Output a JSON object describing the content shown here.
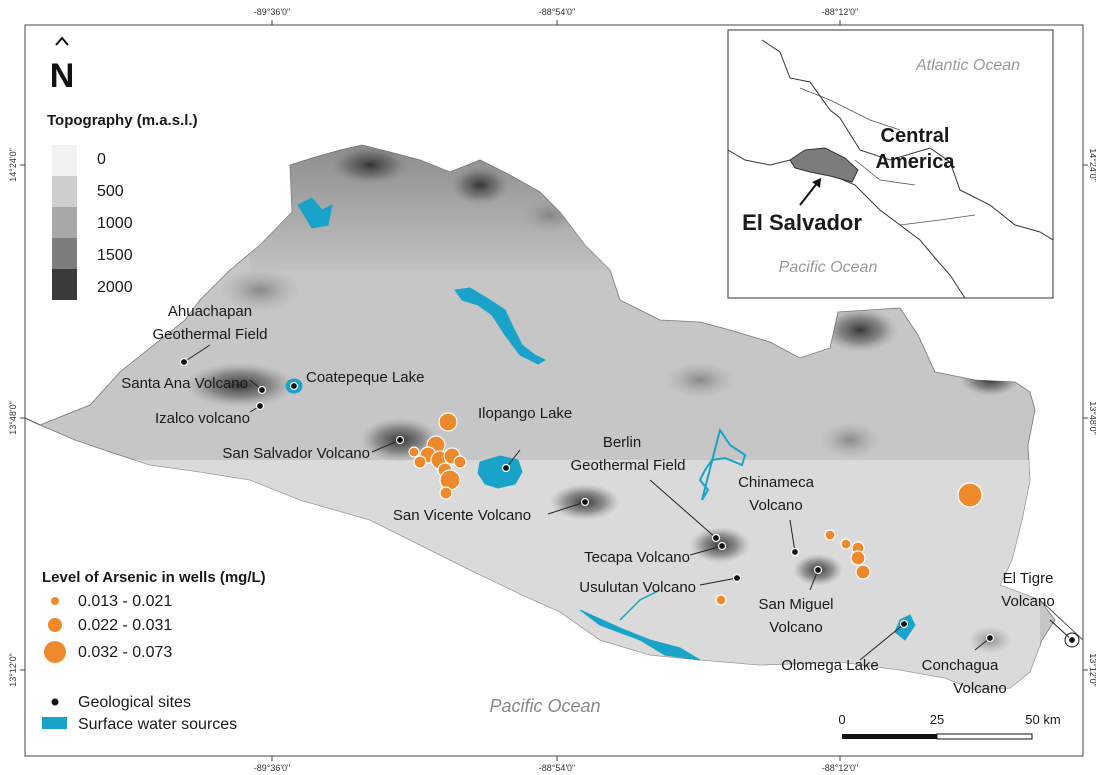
{
  "coordinates": {
    "top": [
      "-89°36'0\"",
      "-88°54'0\"",
      "-88°12'0\""
    ],
    "bottom": [
      "-89°36'0\"",
      "-88°54'0\"",
      "-88°12'0\""
    ],
    "left": [
      "14°24'0\"",
      "13°48'0\"",
      "13°12'0\""
    ],
    "right": [
      "14°24'0\"",
      "13°48'0\"",
      "13°12'0\""
    ]
  },
  "north_arrow": {
    "letter": "N"
  },
  "topography_legend": {
    "title": "Topography (m.a.s.l.)",
    "classes": [
      {
        "label": "0",
        "color": "#f2f2f2"
      },
      {
        "label": "500",
        "color": "#cfcfcf"
      },
      {
        "label": "1000",
        "color": "#a8a8a8"
      },
      {
        "label": "1500",
        "color": "#7c7c7c"
      },
      {
        "label": "2000",
        "color": "#3a3a3a"
      }
    ]
  },
  "arsenic_legend": {
    "title": "Level of Arsenic in wells (mg/L)",
    "color": "#ef8a2c",
    "classes": [
      {
        "label": "0.013 - 0.021",
        "size": "small"
      },
      {
        "label": "0.022 - 0.031",
        "size": "medium"
      },
      {
        "label": "0.032 - 0.073",
        "size": "large"
      }
    ]
  },
  "other_legend": {
    "geological_sites": "Geological sites",
    "surface_water": "Surface water sources",
    "water_color": "#1aa3c9"
  },
  "inset": {
    "atlantic": "Atlantic Ocean",
    "central_america": [
      "Central",
      "America"
    ],
    "country": "El Salvador",
    "pacific": "Pacific Ocean"
  },
  "ocean_label": "Pacific Ocean",
  "places": {
    "ahuachapan": [
      "Ahuachapan",
      "Geothermal Field"
    ],
    "santa_ana": "Santa Ana Volcano",
    "izalco": "Izalco volcano",
    "coatepeque": "Coatepeque Lake",
    "san_salvador": "San Salvador Volcano",
    "ilopango": "Ilopango Lake",
    "berlin": [
      "Berlin",
      "Geothermal Field"
    ],
    "san_vicente": "San Vicente Volcano",
    "chinameca": [
      "Chinameca",
      "Volcano"
    ],
    "tecapa": "Tecapa Volcano",
    "usulutan": "Usulutan Volcano",
    "san_miguel": [
      "San Miguel",
      "Volcano"
    ],
    "olomega": "Olomega Lake",
    "conchagua": [
      "Conchagua",
      "Volcano"
    ],
    "el_tigre": [
      "El Tigre",
      "Volcano"
    ]
  },
  "scale_bar": {
    "ticks": [
      "0",
      "25",
      "50 km"
    ]
  }
}
